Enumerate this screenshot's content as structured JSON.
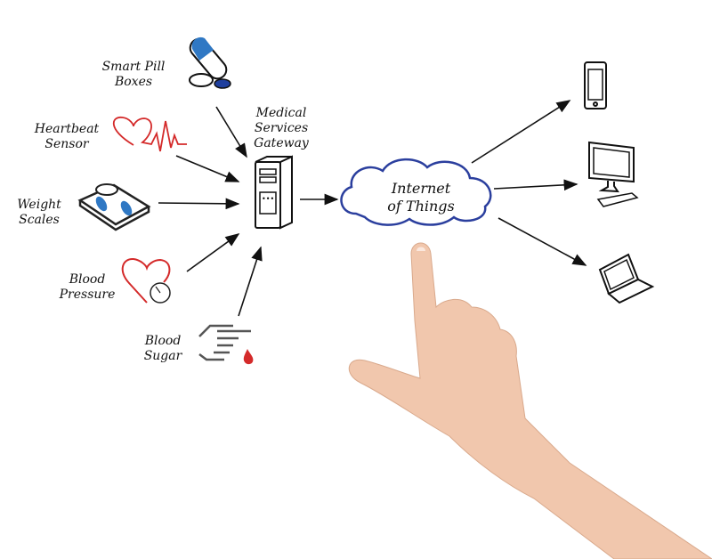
{
  "title": "Internet of Things",
  "sources": [
    {
      "line1": "Smart Pill",
      "line2": "Boxes"
    },
    {
      "line1": "Heartbeat",
      "line2": "Sensor"
    },
    {
      "line1": "Weight",
      "line2": "Scales"
    },
    {
      "line1": "Blood",
      "line2": "Pressure"
    },
    {
      "line1": "Blood",
      "line2": "Sugar"
    }
  ],
  "gateway": {
    "line1": "Medical",
    "line2": "Services",
    "line3": "Gateway"
  },
  "cloud": {
    "line1": "Internet",
    "line2": "of Things"
  },
  "devices": [
    "smartphone",
    "desktop-computer",
    "laptop"
  ],
  "colors": {
    "blue": "#2f78c4",
    "red": "#d42a2a",
    "cloud": "#2b3f9e",
    "skin": "#f1c7ad"
  }
}
